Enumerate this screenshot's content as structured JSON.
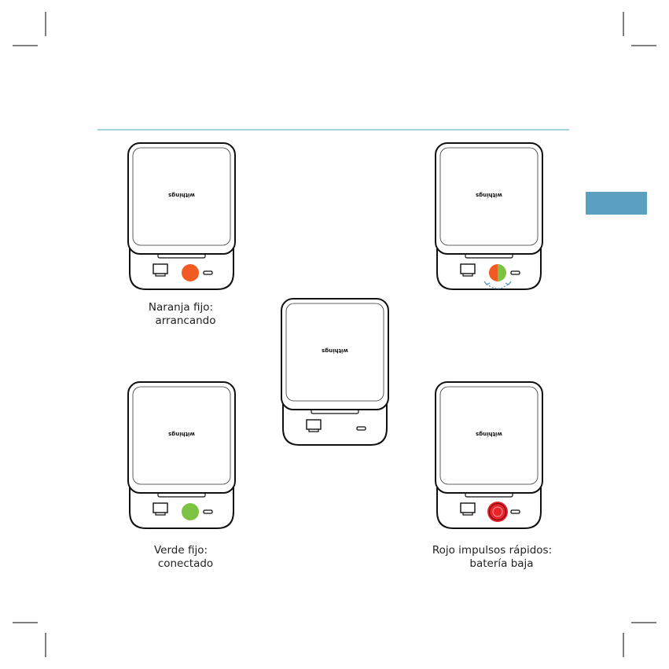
{
  "colors": {
    "rule": "#6fb3cc",
    "tab": "#5b9fc1",
    "orange": "#f15a22",
    "green": "#7dc242",
    "red": "#e8232a"
  },
  "devices": [
    {
      "id": "top-left",
      "brand": "withings",
      "led": "orange",
      "caption": [
        "Naranja fijo:",
        "arrancando"
      ]
    },
    {
      "id": "top-right",
      "brand": "withings",
      "led": "orange-green-blink",
      "caption": []
    },
    {
      "id": "center",
      "brand": "withings",
      "led": "off",
      "caption": []
    },
    {
      "id": "bottom-left",
      "brand": "withings",
      "led": "green",
      "caption": [
        "Verde fijo:",
        "conectado"
      ]
    },
    {
      "id": "bottom-right",
      "brand": "withings",
      "led": "red-pulse",
      "caption": [
        "Rojo impulsos rápidos:",
        "batería baja"
      ]
    }
  ]
}
